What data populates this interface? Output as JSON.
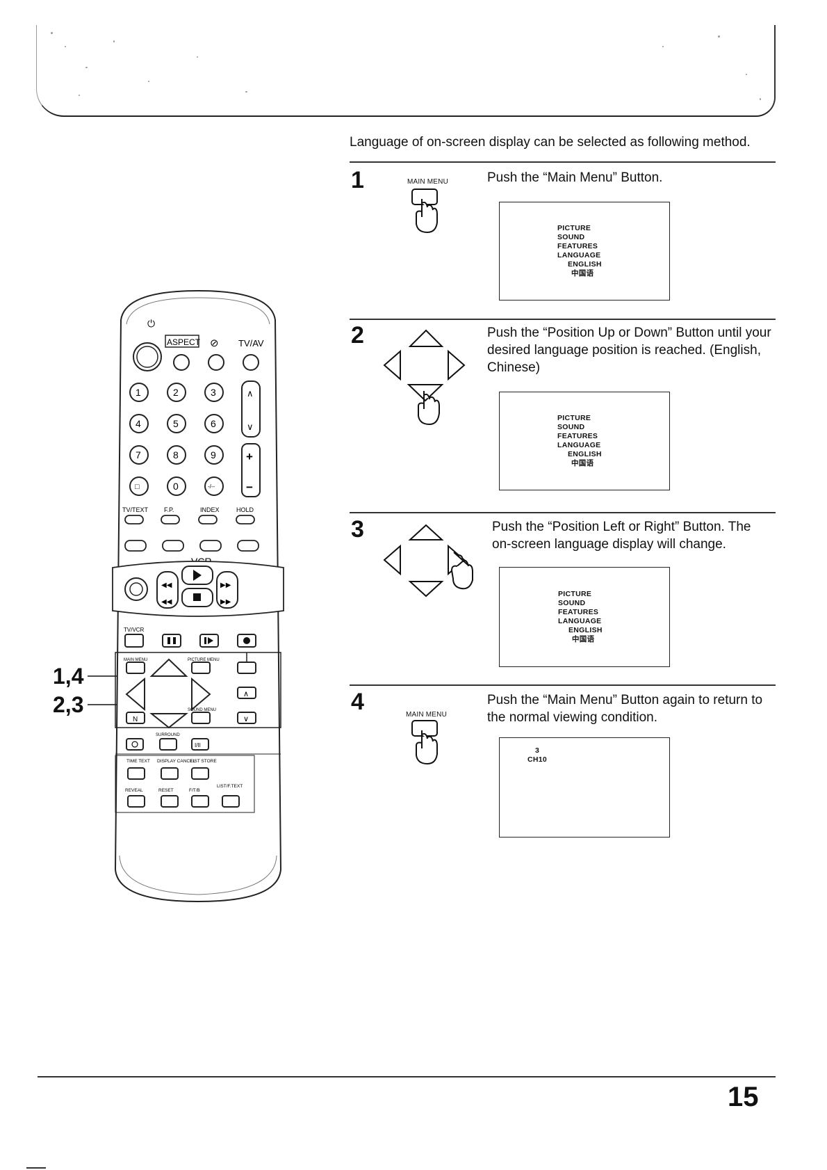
{
  "intro": "Language of on-screen display can be selected as following method.",
  "steps": [
    {
      "num": "1",
      "text": "Push the “Main Menu” Button.",
      "button_label": "MAIN MENU"
    },
    {
      "num": "2",
      "text": "Push the “Position Up or Down” Button until your desired language position is reached. (English, Chinese)"
    },
    {
      "num": "3",
      "text": "Push the “Position Left or Right” Button. The on-screen language display will change."
    },
    {
      "num": "4",
      "text": "Push the “Main Menu” Button again to return to the normal viewing condition.",
      "button_label": "MAIN MENU"
    }
  ],
  "menu_items": [
    "PICTURE",
    "SOUND",
    "FEATURES",
    "LANGUAGE",
    "ENGLISH",
    "中国语"
  ],
  "screen4": {
    "line1": "3",
    "line2": "CH10"
  },
  "callouts": {
    "a": "1,4",
    "b": "2,3"
  },
  "remote": {
    "power_symbol": "⏻",
    "aspect": "ASPECT",
    "mute": "⊘",
    "tvav": "TV/AV",
    "digits": [
      "1",
      "2",
      "3",
      "4",
      "5",
      "6",
      "7",
      "8",
      "9",
      "□",
      "0",
      "-/--"
    ],
    "ch_up": "∧",
    "ch_down": "∨",
    "vol_up": "+",
    "vol_down": "−",
    "teletext_row": [
      "TV/TEXT",
      "F.P.",
      "INDEX",
      "HOLD"
    ],
    "vcr": "VCR",
    "tvvcr": "TV/VCR",
    "main_menu": "MAIN MENU",
    "picture_menu": "PICTURE MENU",
    "sound_menu": "SOUND MENU",
    "n_button": "N",
    "surround": "SURROUND",
    "i_ii": "I/II",
    "row_a": [
      "TIME TEXT",
      "DISPLAY CANCEL",
      "LIST STORE"
    ],
    "row_b": [
      "REVEAL",
      "RESET",
      "F/T/B",
      "LIST/F.TEXT"
    ]
  },
  "page_number": "15"
}
